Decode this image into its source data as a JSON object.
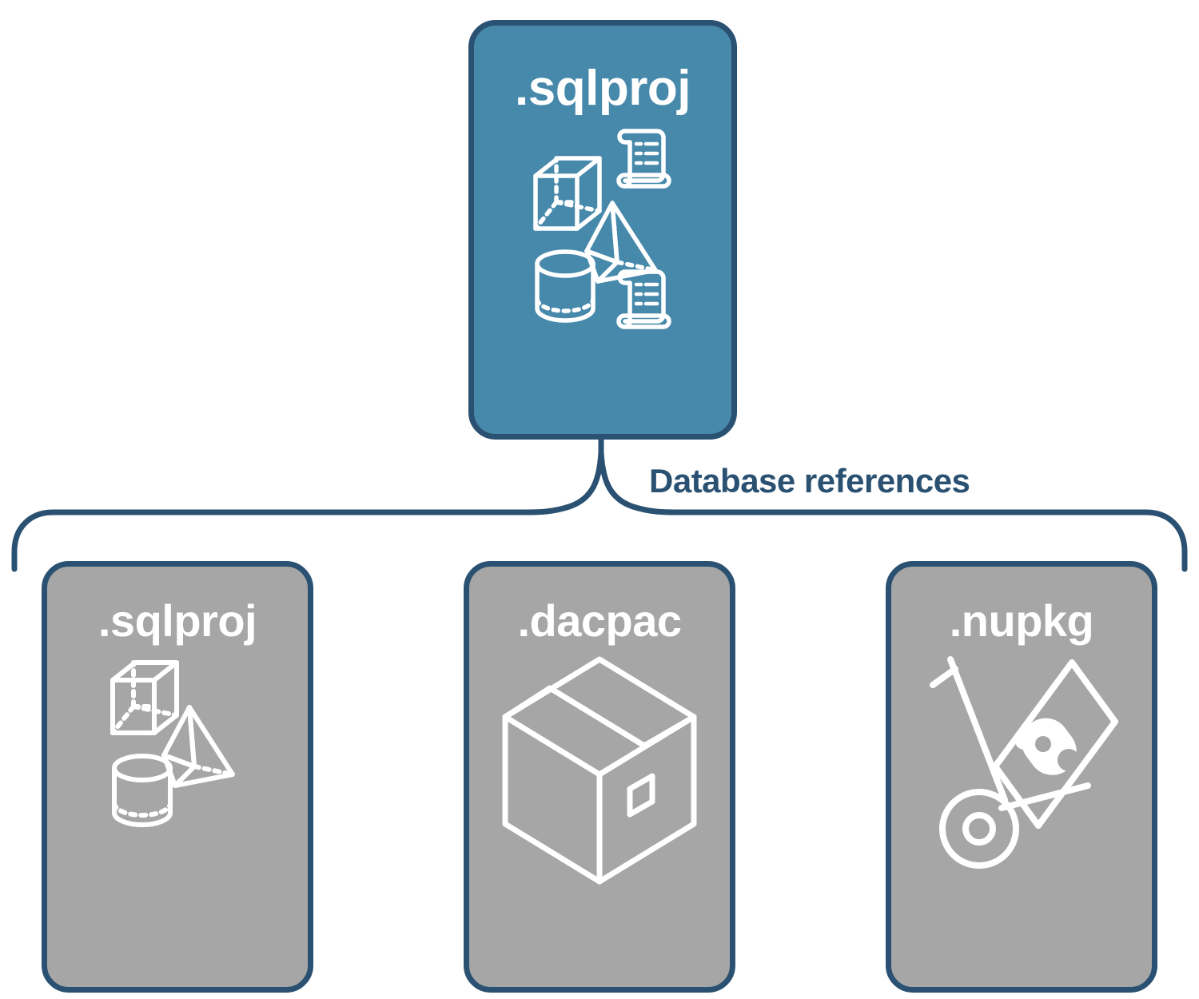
{
  "diagram": {
    "title_node": {
      "label": ".sqlproj",
      "fill": "#4789ab",
      "border": "#2a5172",
      "text_color": "#ffffff",
      "icons": [
        "cube-icon",
        "pyramid-icon",
        "cylinder-icon",
        "scroll-icon",
        "scroll-icon"
      ]
    },
    "connector": {
      "label": "Database references",
      "color": "#2a5172",
      "style": "curly-brace"
    },
    "children": [
      {
        "label": ".sqlproj",
        "fill": "#a6a6a6",
        "border": "#2a5172",
        "text_color": "#ffffff",
        "icons": [
          "cube-icon",
          "pyramid-icon",
          "cylinder-icon"
        ]
      },
      {
        "label": ".dacpac",
        "fill": "#a6a6a6",
        "border": "#2a5172",
        "text_color": "#ffffff",
        "icons": [
          "shipping-box-icon"
        ]
      },
      {
        "label": ".nupkg",
        "fill": "#a6a6a6",
        "border": "#2a5172",
        "text_color": "#ffffff",
        "icons": [
          "hand-truck-package-icon"
        ]
      }
    ]
  }
}
